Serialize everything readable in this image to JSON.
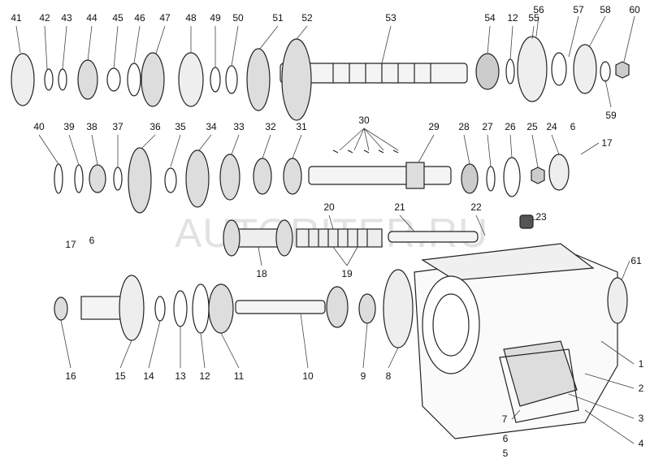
{
  "diagram": {
    "watermark": "AUTORITER.RU",
    "callouts": [
      "41",
      "42",
      "43",
      "44",
      "45",
      "46",
      "47",
      "48",
      "49",
      "50",
      "51",
      "52",
      "53",
      "54",
      "12",
      "55",
      "56",
      "57",
      "58",
      "60",
      "59",
      "40",
      "39",
      "38",
      "37",
      "36",
      "35",
      "34",
      "33",
      "32",
      "31",
      "30",
      "29",
      "28",
      "27",
      "26",
      "25",
      "24",
      "6",
      "17",
      "20",
      "21",
      "22",
      "23",
      "17",
      "6",
      "18",
      "19",
      "61",
      "16",
      "15",
      "14",
      "13",
      "12",
      "11",
      "10",
      "9",
      "8",
      "1",
      "2",
      "3",
      "7",
      "4",
      "6",
      "5"
    ]
  }
}
